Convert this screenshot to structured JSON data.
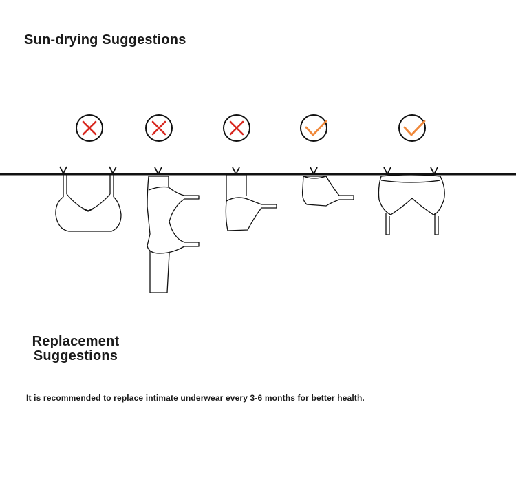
{
  "sun_drying": {
    "title": "Sun-drying Suggestions",
    "items": [
      {
        "garment": "bra-hung-by-straps",
        "verdict": "cross-icon"
      },
      {
        "garment": "bra-hung-by-side-band",
        "verdict": "cross-icon"
      },
      {
        "garment": "bra-hung-by-cup-edge",
        "verdict": "cross-icon"
      },
      {
        "garment": "bra-folded-hung-by-cup",
        "verdict": "check-icon"
      },
      {
        "garment": "bra-inverted-hung-by-band",
        "verdict": "check-icon"
      }
    ]
  },
  "replacement": {
    "title_line1": "Replacement",
    "title_line2": "Suggestions",
    "text": "It is recommended to replace intimate underwear every 3-6 months for better health."
  },
  "colors": {
    "cross": "#d8281f",
    "check": "#f0883a",
    "line": "#111111"
  }
}
